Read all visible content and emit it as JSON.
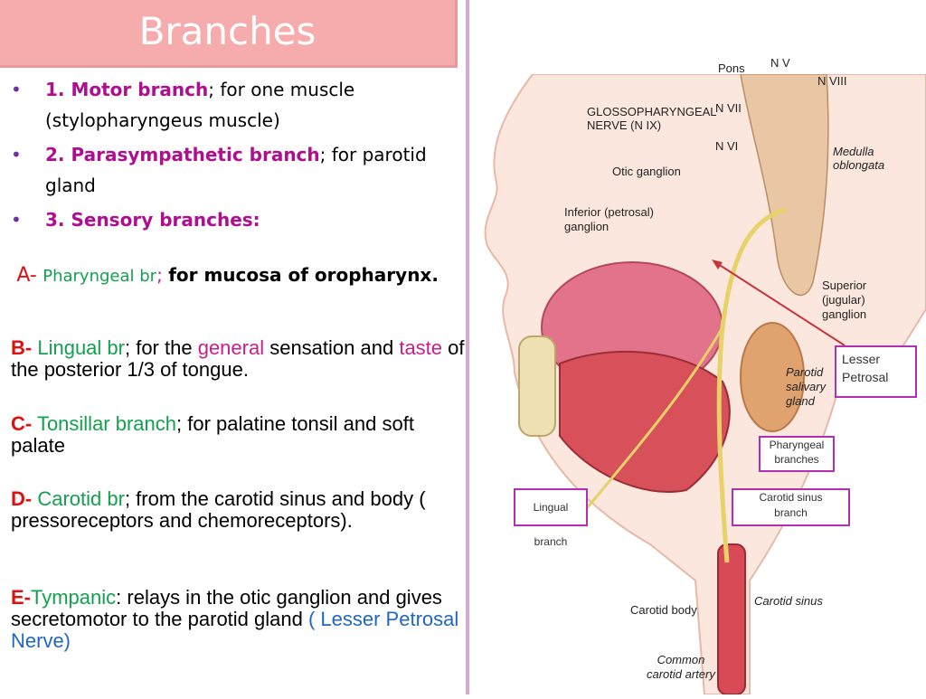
{
  "title": "Branches",
  "bullets": [
    {
      "head": "1. Motor branch",
      "tail": "; for one muscle (stylopharyngeus muscle)"
    },
    {
      "head": "2. Parasympathetic branch",
      "tail": "; for parotid gland"
    },
    {
      "head": "3. Sensory branches:",
      "tail": ""
    }
  ],
  "a": {
    "letter": "A-",
    "name": "Pharyngeal br",
    "sep": ";",
    "text": "for mucosa of oropharynx."
  },
  "b": {
    "letter": "B-",
    "name": "Lingual br",
    "t1": "; for the ",
    "w1": "general",
    "t2": " sensation and ",
    "w2": "taste",
    "t3": " of the posterior 1/3 of tongue."
  },
  "c": {
    "letter": "C-",
    "name": "Tonsillar branch",
    "text": "; for palatine tonsil and soft palate"
  },
  "d": {
    "letter": "D-",
    "name": "Carotid br",
    "text": "; from the carotid sinus and body ( pressoreceptors and chemoreceptors)."
  },
  "e": {
    "letter": "E-",
    "name": "Tympanic",
    "text": ": relays in the otic ganglion and  gives secretomotor to the parotid gland ",
    "note": "( Lesser Petrosal Nerve)"
  },
  "figure": {
    "labels": {
      "pons": "Pons",
      "nv": "N V",
      "nviii": "N VIII",
      "nvii": "N VII",
      "nvi": "N VI",
      "gloss1": "GLOSSOPHARYNGEAL",
      "gloss2": "NERVE (N IX)",
      "medulla1": "Medulla",
      "medulla2": "oblongata",
      "otic": "Otic ganglion",
      "inferior1": "Inferior (petrosal)",
      "inferior2": "ganglion",
      "superior1": "Superior",
      "superior2": "(jugular)",
      "superior3": "ganglion",
      "parotid1": "Parotid",
      "parotid2": "salivary",
      "parotid3": "gland",
      "pharyngeal1": "Pharyngeal",
      "pharyngeal2": "branches",
      "carotid_sinus_branch1": "Carotid sinus",
      "carotid_sinus_branch2": "branch",
      "lingual": "Lingual branch",
      "carotid_body": "Carotid body",
      "carotid_sinus": "Carotid sinus",
      "common1": "Common",
      "common2": "carotid artery"
    },
    "lesser_petrosal": {
      "line1": "Lesser",
      "line2": "Petrosal"
    }
  }
}
